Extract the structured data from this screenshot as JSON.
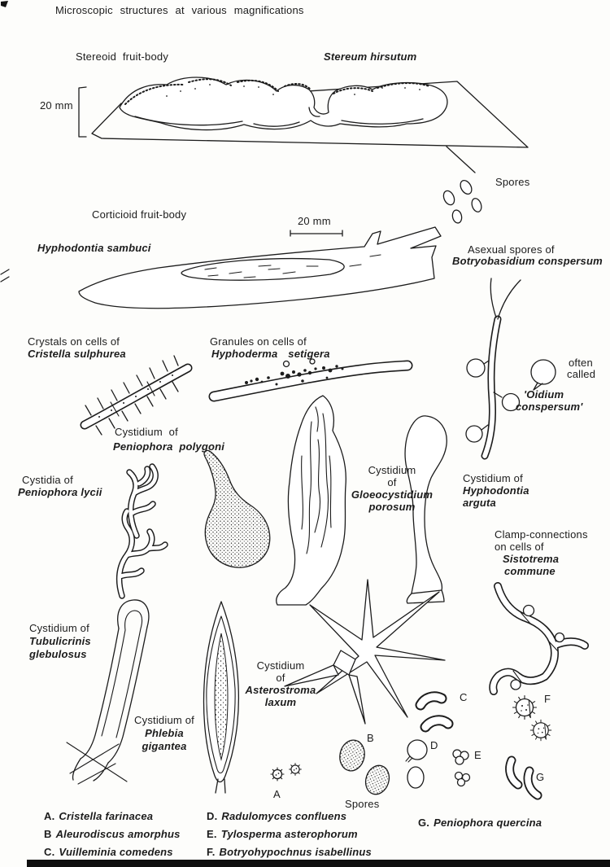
{
  "colors": {
    "paper": "#fdfdfb",
    "ink": "#1c1c1c"
  },
  "title": "Microscopic structures at various magnifications",
  "figures": {
    "stereum": {
      "caption": "Stereoid fruit-body",
      "species": "Stereum hirsutum",
      "scale": "20 mm",
      "spores_label": "Spores"
    },
    "hyphodontia_sambuci": {
      "caption": "Corticioid fruit-body",
      "species": "Hyphodontia sambuci",
      "scale": "20 mm"
    },
    "botryobasidium": {
      "caption": "Asexual spores of",
      "species": "Botryobasidium conspersum",
      "aka_line1": "often",
      "aka_line2": "called",
      "aka_name_line1": "'Oidium",
      "aka_name_line2": "conspersum'"
    },
    "cristella": {
      "caption": "Crystals on cells of",
      "species": "Cristella sulphurea"
    },
    "hyphoderma": {
      "caption": "Granules on cells of",
      "species": "Hyphoderma setigera"
    },
    "peniophora_polygoni": {
      "caption": "Cystidium of",
      "species": "Peniophora polygoni"
    },
    "peniophora_lycii": {
      "caption": "Cystidia of",
      "species": "Peniophora lycii"
    },
    "gloeocystidium": {
      "caption_line1": "Cystidium",
      "caption_line2": "of",
      "species_line1": "Gloeocystidium",
      "species_line2": "porosum"
    },
    "hyphodontia_arguta": {
      "caption": "Cystidium of",
      "species_line1": "Hyphodontia",
      "species_line2": "arguta"
    },
    "sistotrema": {
      "caption_line1": "Clamp-connections",
      "caption_line2": "on cells of",
      "species_line1": "Sistotrema",
      "species_line2": "commune"
    },
    "tubulicrinis": {
      "caption": "Cystidium of",
      "species_line1": "Tubulicrinis",
      "species_line2": "glebulosus"
    },
    "asterostroma": {
      "caption_line1": "Cystidium",
      "caption_line2": "of",
      "species_line1": "Asterostroma",
      "species_line2": "laxum"
    },
    "phlebia": {
      "caption": "Cystidium of",
      "species_line1": "Phlebia",
      "species_line2": "gigantea"
    },
    "spore_letters": {
      "a": "A",
      "b": "B",
      "c": "C",
      "d": "D",
      "e": "E",
      "f": "F",
      "g": "G"
    },
    "spores_label": "Spores"
  },
  "legend": [
    {
      "prefix": "A.",
      "name": "Cristella farinacea"
    },
    {
      "prefix": "B",
      "name": "Aleurodiscus amorphus"
    },
    {
      "prefix": "C.",
      "name": "Vuilleminia comedens"
    },
    {
      "prefix": "D.",
      "name": "Radulomyces confluens"
    },
    {
      "prefix": "E.",
      "name": "Tylosperma asterophorum"
    },
    {
      "prefix": "F.",
      "name": "Botryohypochnus isabellinus"
    },
    {
      "prefix": "G.",
      "name": "Peniophora quercina"
    }
  ]
}
